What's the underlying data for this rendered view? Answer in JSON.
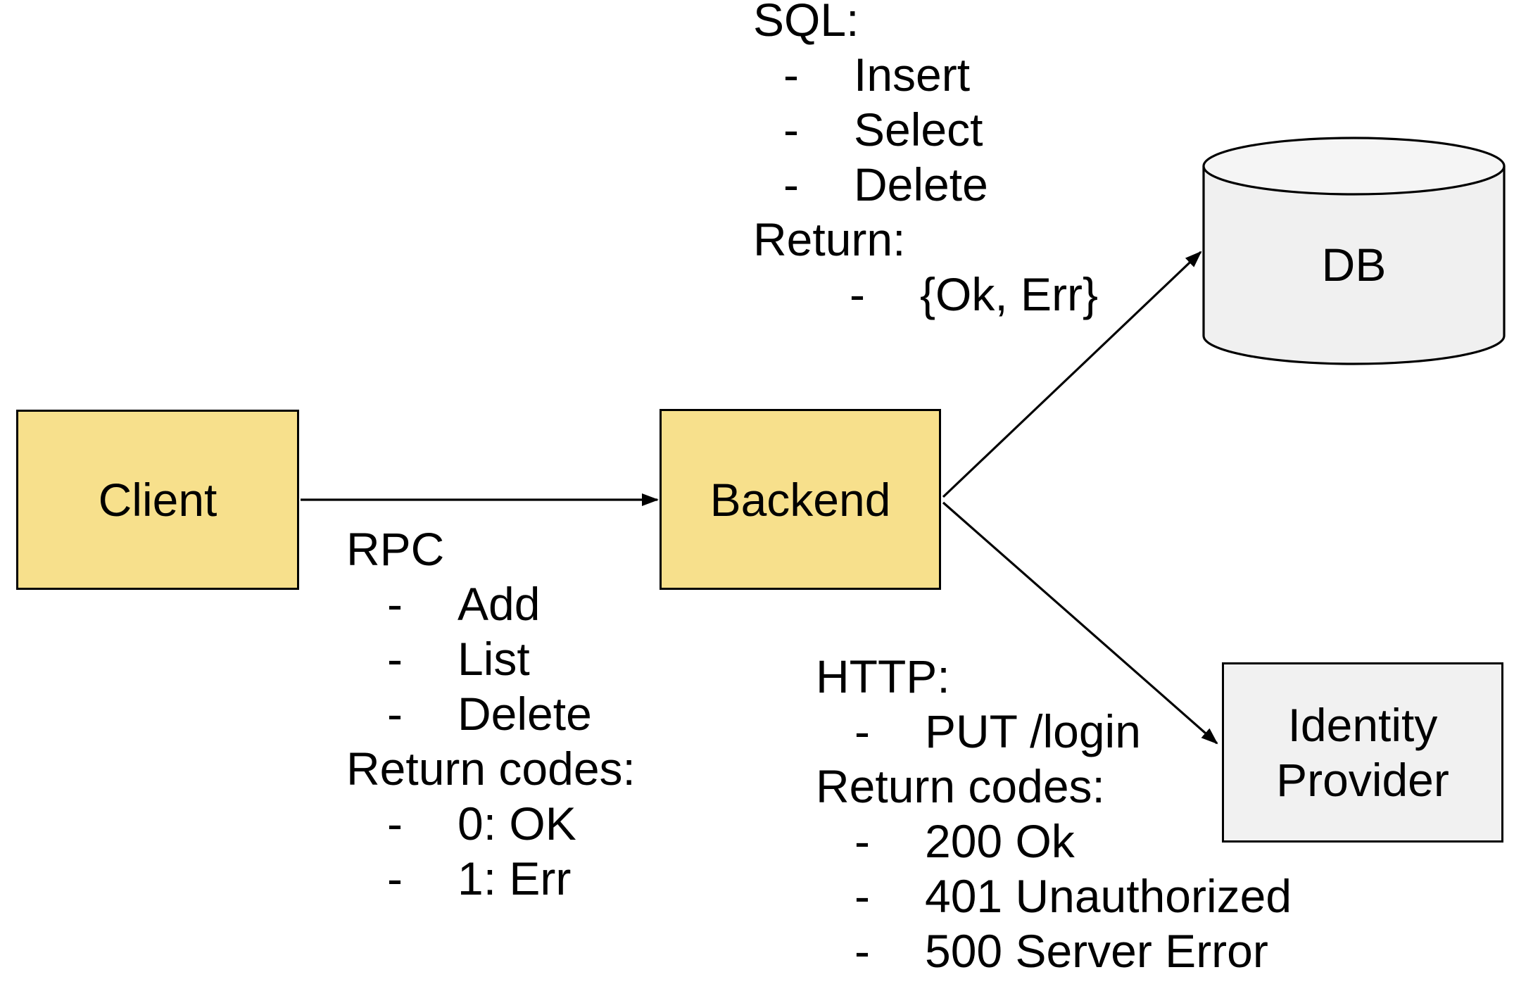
{
  "nodes": {
    "client": {
      "label": "Client"
    },
    "backend": {
      "label": "Backend"
    },
    "db": {
      "label": "DB"
    },
    "identity_provider": {
      "label": "Identity Provider"
    }
  },
  "ui": {
    "bullet": "-"
  },
  "colors": {
    "node_yellow": "#F7E08C",
    "node_gray": "#F1F1F1",
    "cylinder_body": "#F0F0F0",
    "cylinder_top": "#F5F5F5",
    "outline": "#000000",
    "background": "#FFFFFF"
  },
  "blocks": {
    "sql": {
      "lines": [
        {
          "text": "SQL:"
        },
        {
          "text": "Insert",
          "bullet": true
        },
        {
          "text": "Select",
          "bullet": true
        },
        {
          "text": "Delete",
          "bullet": true
        },
        {
          "text": "Return:"
        },
        {
          "text": "{Ok, Err}",
          "bullet": true
        }
      ]
    },
    "rpc": {
      "lines": [
        {
          "text": "RPC"
        },
        {
          "text": "Add",
          "bullet": true
        },
        {
          "text": "List",
          "bullet": true
        },
        {
          "text": "Delete",
          "bullet": true
        },
        {
          "text": "Return codes:"
        },
        {
          "text": "0: OK",
          "bullet": true
        },
        {
          "text": "1: Err",
          "bullet": true
        }
      ]
    },
    "http": {
      "lines": [
        {
          "text": "HTTP:"
        },
        {
          "text": "PUT /login",
          "bullet": true
        },
        {
          "text": "Return codes:"
        },
        {
          "text": "200 Ok",
          "bullet": true
        },
        {
          "text": "401 Unauthorized",
          "bullet": true
        },
        {
          "text": "500 Server Error",
          "bullet": true
        }
      ]
    }
  }
}
